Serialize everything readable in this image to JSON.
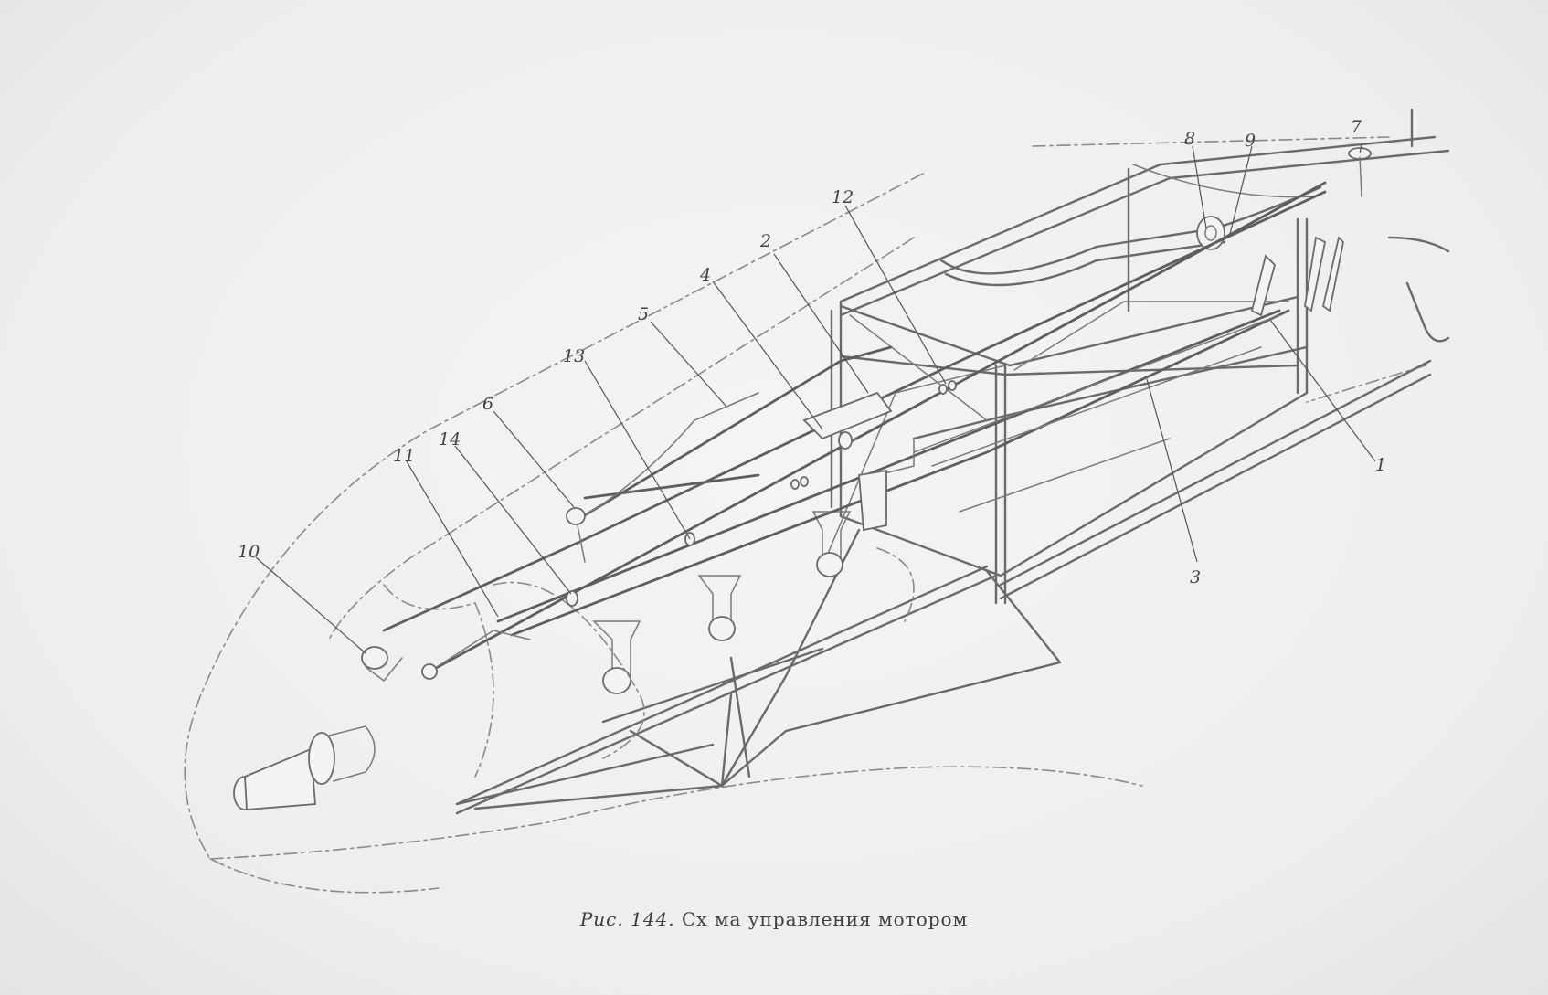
{
  "figure": {
    "caption_prefix": "Рис. 144.",
    "caption_text": "Сх ма управления мотором",
    "callouts": [
      "1",
      "2",
      "3",
      "4",
      "5",
      "6",
      "7",
      "8",
      "9",
      "10",
      "11",
      "12",
      "13",
      "14"
    ]
  }
}
